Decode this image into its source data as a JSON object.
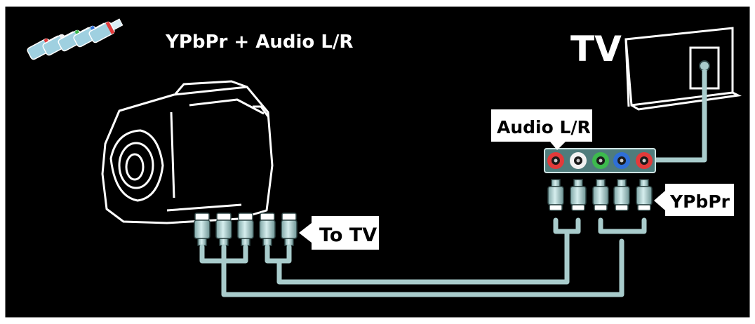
{
  "header": {
    "title": "YPbPr + Audio L/R"
  },
  "tv": {
    "label": "TV"
  },
  "labels": {
    "audio": "Audio L/R",
    "ypbpr": "YPbPr",
    "to_tv": "To TV"
  },
  "colors": {
    "background": "#000000",
    "frame": "#ffffff",
    "cable": "#a9cccc",
    "cable_dark": "#2f4646",
    "jack_red": "#e23a3a",
    "jack_white": "#f2f2f2",
    "jack_green": "#3dba4e",
    "jack_blue": "#2f6fd6"
  },
  "icons": {
    "header": "rca-plugs-icon",
    "device": "camcorder-icon",
    "tv": "tv-monitor-icon"
  },
  "tv_jacks": [
    "red",
    "white",
    "green",
    "blue",
    "red"
  ]
}
